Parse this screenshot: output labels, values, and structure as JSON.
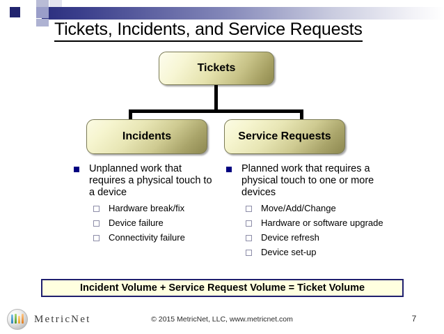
{
  "slide": {
    "title": "Tickets, Incidents, and Service Requests",
    "page_number": "7"
  },
  "org_chart": {
    "root": {
      "label": "Tickets"
    },
    "children": [
      {
        "label": "Incidents"
      },
      {
        "label": "Service Requests"
      }
    ]
  },
  "columns": [
    {
      "heading": "Unplanned work that requires a physical touch to a device",
      "items": [
        "Hardware break/fix",
        "Device failure",
        "Connectivity failure"
      ]
    },
    {
      "heading": "Planned work that requires a physical touch to one or more devices",
      "items": [
        "Move/Add/Change",
        "Hardware or software upgrade",
        "Device refresh",
        "Device set-up"
      ]
    }
  ],
  "banner": {
    "text": "Incident Volume + Service Request Volume = Ticket Volume",
    "border_color": "#1f1f6e",
    "background_color": "#ffffe0"
  },
  "footer": {
    "brand": "MetricNet",
    "copyright": "© 2015 MetricNet, LLC, www.metricnet.com"
  },
  "colors": {
    "bullet_level1": "#000080",
    "bullet_level2": "#8d8da8",
    "node_border": "#7a7a55",
    "deco_accent": "#21246e"
  }
}
